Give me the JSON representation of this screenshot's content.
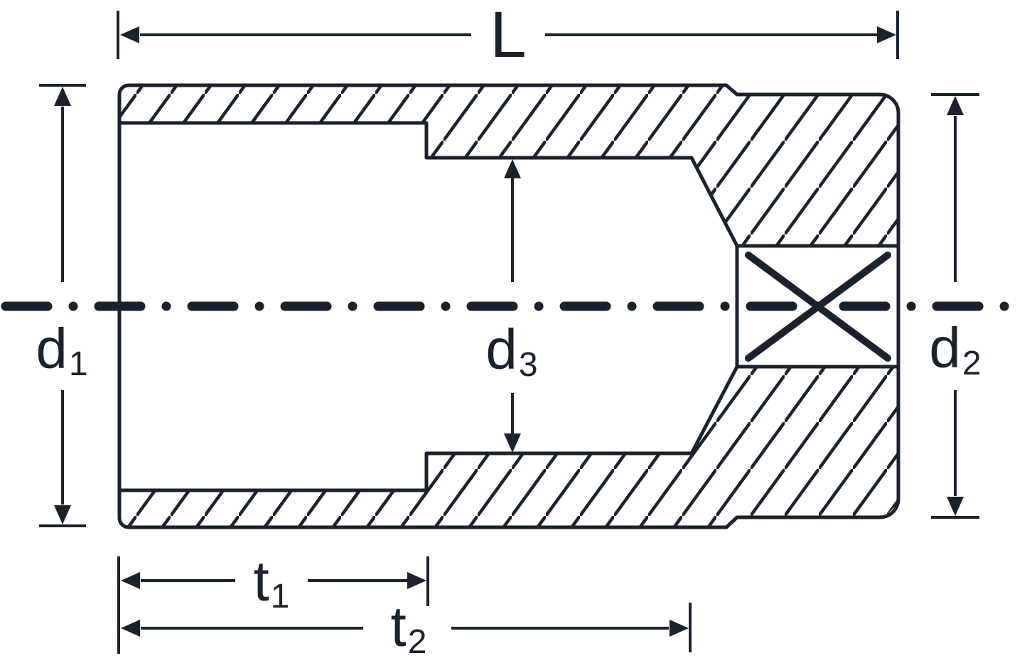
{
  "diagram": {
    "type": "technical-drawing",
    "subject": "socket cross-section with dimension annotations",
    "colors": {
      "ink": "#1a222e",
      "background": "#ffffff"
    },
    "labels": {
      "length": {
        "main": "L",
        "sub": ""
      },
      "d1": {
        "main": "d",
        "sub": "1"
      },
      "d2": {
        "main": "d",
        "sub": "2"
      },
      "d3": {
        "main": "d",
        "sub": "3"
      },
      "t1": {
        "main": "t",
        "sub": "1"
      },
      "t2": {
        "main": "t",
        "sub": "2"
      }
    }
  }
}
